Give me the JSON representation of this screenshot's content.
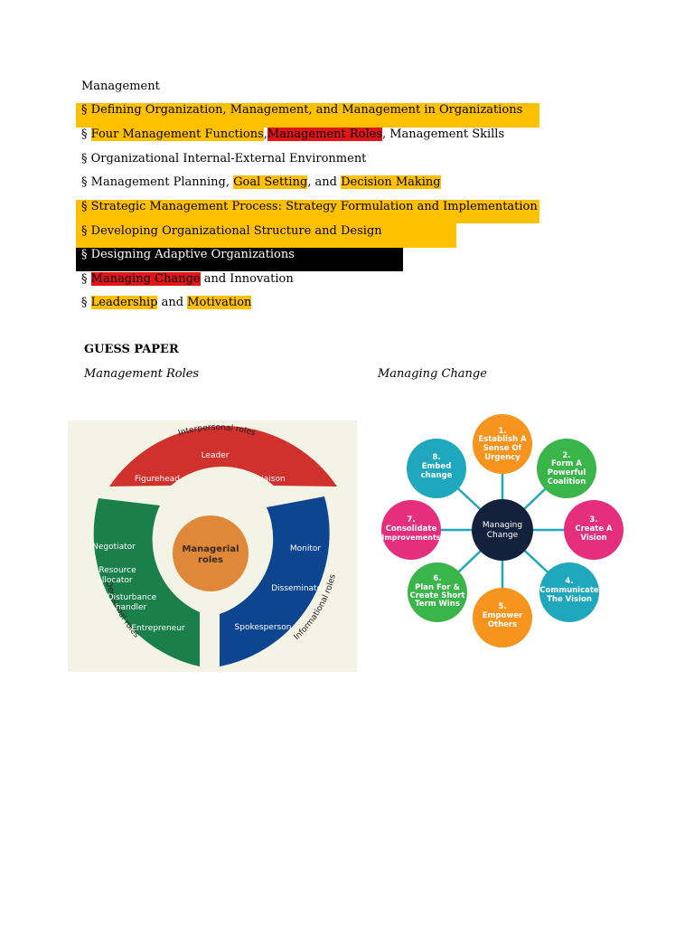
{
  "doc_title": "Management",
  "items": [
    {
      "bullet": "§",
      "parts": [
        "Defining Organization, Management, and Management in Organizations"
      ]
    },
    {
      "bullet": "§",
      "parts": [
        "Four Management Functions",
        ",",
        "Management Roles",
        ", Management Skills"
      ]
    },
    {
      "bullet": "§",
      "parts": [
        "Organizational Internal-External Environment"
      ]
    },
    {
      "bullet": "§",
      "parts": [
        "Management Planning, ",
        "Goal Setting",
        ", and ",
        "Decision Making"
      ]
    },
    {
      "bullet": "§",
      "parts": [
        "Strategic Management Process: Strategy Formulation and Implementation"
      ]
    },
    {
      "bullet": "§",
      "parts": [
        "Developing Organizational Structure and Design"
      ]
    },
    {
      "bullet": "§",
      "parts": [
        "Designing Adaptive Organizations"
      ]
    },
    {
      "bullet": "§",
      "parts": [
        "Managing Change",
        " and Innovation"
      ]
    },
    {
      "bullet": "§",
      "parts": [
        "Leadership",
        " and ",
        "Motivation"
      ]
    }
  ],
  "guess_paper": {
    "heading": "GUESS PAPER",
    "caption_left": "Management Roles",
    "caption_right": "Managing Change"
  },
  "roles_diagram": {
    "center": [
      "Managerial",
      "roles"
    ],
    "interpersonal": {
      "title": "Interpersonal roles",
      "color": "#d0312d",
      "roles": [
        "Leader",
        "Figurehead",
        "Liaison"
      ]
    },
    "decisional": {
      "title": "Decisional roles",
      "color": "#1a7f4a",
      "roles": [
        "Negotiator",
        "Resource",
        "allocator",
        "Disturbance",
        "handler",
        "Entrepreneur"
      ]
    },
    "informational": {
      "title": "Informational roles",
      "color": "#0e4590",
      "roles": [
        "Monitor",
        "Disseminator",
        "Spokesperson"
      ]
    },
    "center_color": "#e0883a",
    "background": "#f4f4e6"
  },
  "change_diagram": {
    "center": [
      "Managing",
      "Change"
    ],
    "center_color": "#14213d",
    "steps": [
      {
        "lines": [
          "1.",
          "Establish A",
          "Sense Of",
          "Urgency"
        ],
        "color": "#f7941d"
      },
      {
        "lines": [
          "2.",
          "Form A",
          "Powerful",
          "Coalition"
        ],
        "color": "#39b54a"
      },
      {
        "lines": [
          "3.",
          "Create A",
          "Vision"
        ],
        "color": "#e52e7c"
      },
      {
        "lines": [
          "4.",
          "Communicate",
          "The Vision"
        ],
        "color": "#1fa7bd"
      },
      {
        "lines": [
          "5.",
          "Empower",
          "Others"
        ],
        "color": "#f7941d"
      },
      {
        "lines": [
          "6.",
          "Plan For &",
          "Create Short",
          "Term Wins"
        ],
        "color": "#39b54a"
      },
      {
        "lines": [
          "7.",
          "Consolidate",
          "Improvements"
        ],
        "color": "#e52e7c"
      },
      {
        "lines": [
          "8.",
          "Embed",
          "change"
        ],
        "color": "#1fa7bd"
      }
    ],
    "connector_color": "#1fa7bd"
  }
}
